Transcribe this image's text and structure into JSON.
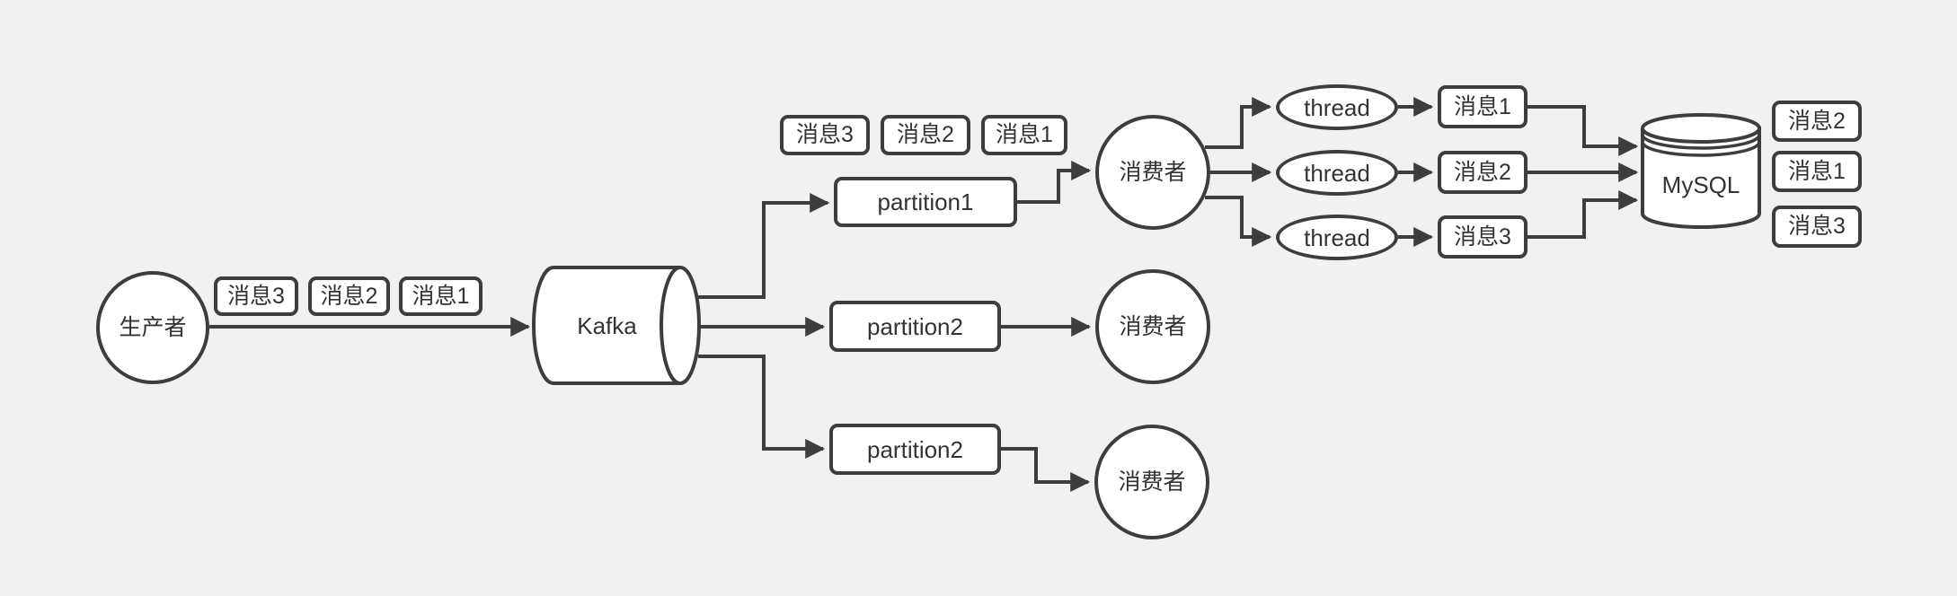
{
  "colors": {
    "background": "#f1f1f1",
    "shape_fill": "#ffffff",
    "stroke": "#3d3d3d",
    "text": "#333333"
  },
  "nodes": {
    "producer": "生产者",
    "kafka": "Kafka",
    "partition1": "partition1",
    "partition2a": "partition2",
    "partition2b": "partition2",
    "consumer1": "消费者",
    "consumer2": "消费者",
    "consumer3": "消费者",
    "thread1": "thread",
    "thread2": "thread",
    "thread3": "thread",
    "mysql": "MySQL"
  },
  "messages": {
    "producer_queue": [
      "消息3",
      "消息2",
      "消息1"
    ],
    "partition1_queue": [
      "消息3",
      "消息2",
      "消息1"
    ],
    "thread_outputs": [
      "消息1",
      "消息2",
      "消息3"
    ],
    "mysql_stored": [
      "消息2",
      "消息1",
      "消息3"
    ]
  },
  "edges": [
    {
      "from": "生产者",
      "to": "Kafka"
    },
    {
      "from": "Kafka",
      "to": "partition1"
    },
    {
      "from": "Kafka",
      "to": "partition2 (middle)"
    },
    {
      "from": "Kafka",
      "to": "partition2 (bottom)"
    },
    {
      "from": "partition1",
      "to": "消费者 (top)"
    },
    {
      "from": "消费者 (top)",
      "to": "thread 1"
    },
    {
      "from": "消费者 (top)",
      "to": "thread 2"
    },
    {
      "from": "消费者 (top)",
      "to": "thread 3"
    },
    {
      "from": "thread 1",
      "to": "消息1"
    },
    {
      "from": "thread 2",
      "to": "消息2"
    },
    {
      "from": "thread 3",
      "to": "消息3"
    },
    {
      "from": "消息1",
      "to": "MySQL"
    },
    {
      "from": "消息2",
      "to": "MySQL"
    },
    {
      "from": "消息3",
      "to": "MySQL"
    },
    {
      "from": "partition2 (middle)",
      "to": "消费者 (middle)"
    },
    {
      "from": "partition2 (bottom)",
      "to": "消费者 (bottom)"
    }
  ]
}
